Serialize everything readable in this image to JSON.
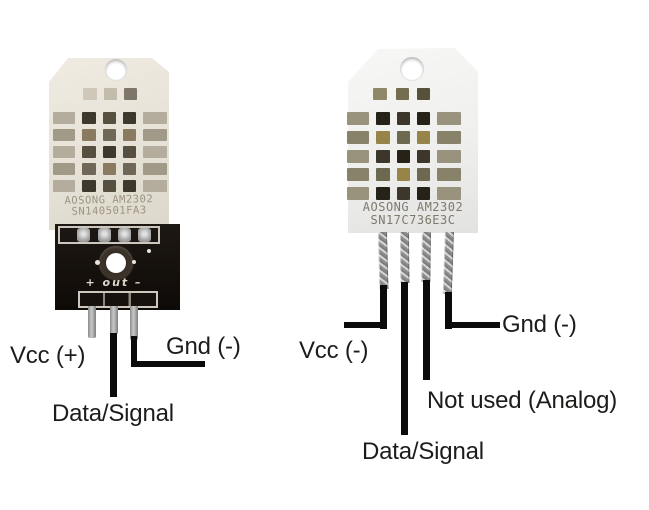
{
  "left_module": {
    "description": "DHT22 / AM2302 sensor on breakout board, 3 pins",
    "case_print": {
      "line1": "AOSONG AM2302",
      "line2": "SN140501FA3"
    },
    "pcb_silk_text": "+ out –",
    "pin_labels": {
      "vcc": "Vcc (+)",
      "gnd": "Gnd (-)",
      "data": "Data/Signal"
    }
  },
  "right_module": {
    "description": "Bare DHT22 / AM2302 sensor, 4 pins",
    "case_print": {
      "line1": "AOSONG AM2302",
      "line2": "SN17C736E3C"
    },
    "pin_labels": {
      "vcc": "Vcc (-)",
      "gnd": "Gnd (-)",
      "not_used": "Not used (Analog)",
      "data": "Data/Signal"
    }
  },
  "colors": {
    "annotation_text": "#1d1c1a",
    "wire": "#0b0b0b",
    "left_case": "#e8e3d8",
    "right_case": "#f1f1ef",
    "pcb": "#15100c",
    "silk": "#cdc7bd",
    "left_vent_palette": [
      "#b4ad9d",
      "#a29a89",
      "#575040",
      "#8a7a60",
      "#3e382d",
      "#6f6757"
    ],
    "left_vent_top": [
      "#cfc8b8",
      "#c4bcab",
      "#7e7668"
    ],
    "right_vent_palette": [
      "#99927c",
      "#89826a",
      "#3c372a",
      "#968449",
      "#262218",
      "#6d6850"
    ],
    "right_vent_top": [
      "#8f8868",
      "#746d50",
      "#565138"
    ]
  }
}
